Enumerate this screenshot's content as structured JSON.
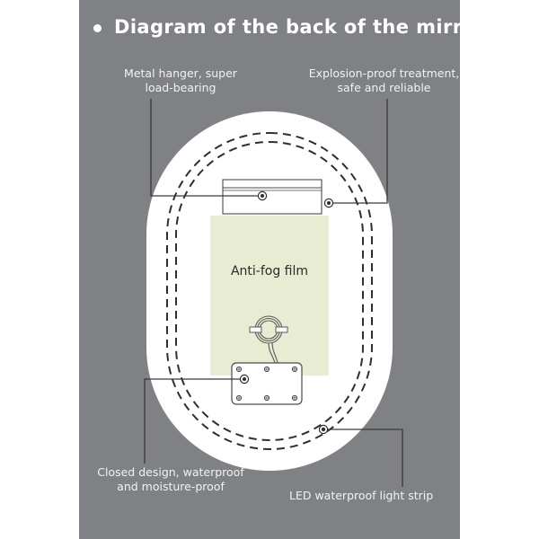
{
  "header": {
    "bullet": "•",
    "title": "Diagram of the back of the mirror"
  },
  "colors": {
    "panel_background": "#7f8184",
    "page_background": "#ffffff",
    "mirror_body": "#ffffff",
    "anti_fog_film": "#e8ecd2",
    "line": "#3a3a3a",
    "label_text": "#f2f2f2",
    "title_text": "#ffffff",
    "film_text": "#2b2b2b"
  },
  "callouts": [
    {
      "id": "metal-hanger",
      "text": "Metal hanger, super\nload-bearing"
    },
    {
      "id": "explosion-proof",
      "text": "Explosion-proof treatment,\nsafe and reliable"
    },
    {
      "id": "closed-design",
      "text": "Closed design, waterproof\nand moisture-proof"
    },
    {
      "id": "led-strip",
      "text": "LED waterproof light strip"
    }
  ],
  "diagram": {
    "anti_fog_film_label": "Anti-fog film",
    "parts": [
      "mirror-oval-body",
      "dashed-oval-outer",
      "dashed-oval-inner",
      "metal-hanger-bracket",
      "anti-fog-film-panel",
      "wire-coil",
      "led-driver-box",
      "screw-points"
    ]
  }
}
